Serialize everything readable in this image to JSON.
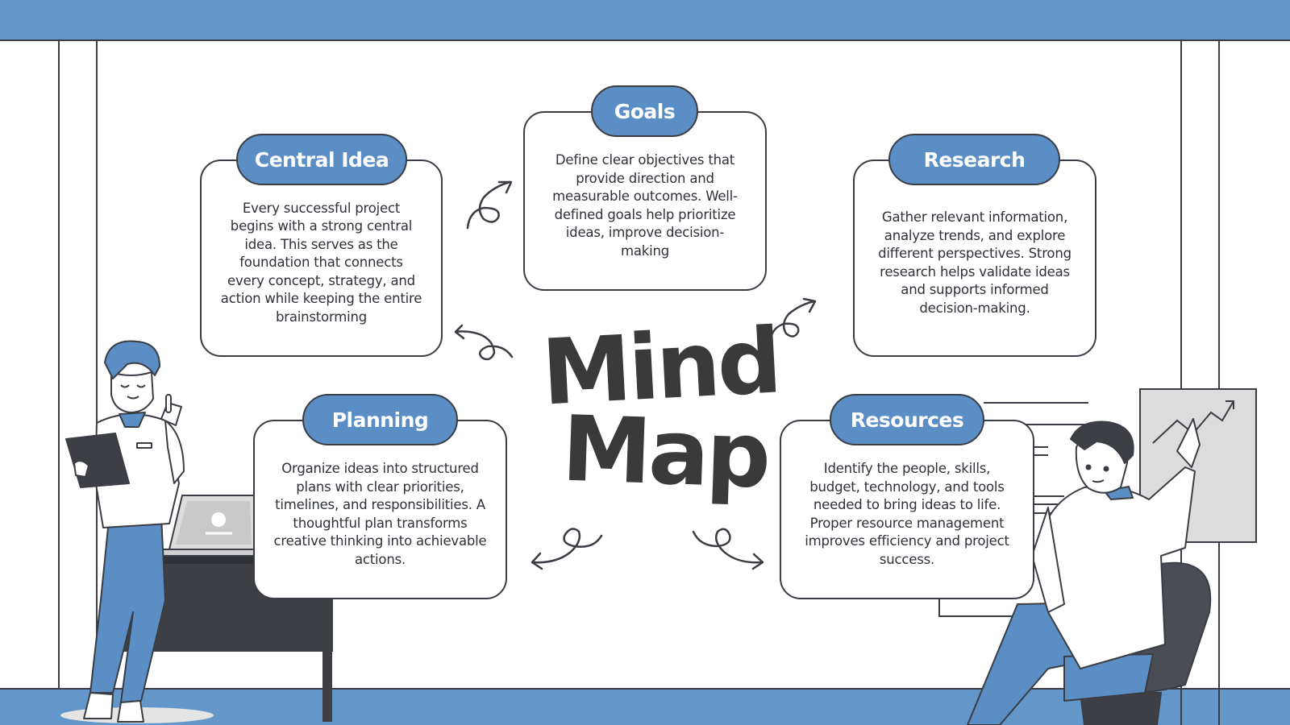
{
  "title": {
    "line1": "Mind",
    "line2": "Map"
  },
  "nodes": [
    {
      "id": "central-idea",
      "heading": "Central Idea",
      "body": "Every successful project begins with a strong central idea. This serves as the foundation that connects every concept, strategy, and action while keeping the entire brainstorming"
    },
    {
      "id": "goals",
      "heading": "Goals",
      "body": "Define clear objectives that provide direction and measurable outcomes. Well-defined goals help prioritize ideas, improve decision-making"
    },
    {
      "id": "research",
      "heading": "Research",
      "body": "Gather relevant information, analyze trends, and explore different perspectives. Strong research helps validate ideas and supports informed decision-making."
    },
    {
      "id": "planning",
      "heading": "Planning",
      "body": "Organize ideas into structured plans with clear priorities, timelines, and responsibilities. A thoughtful plan transforms creative thinking into achievable actions."
    },
    {
      "id": "resources",
      "heading": "Resources",
      "body": "Identify the people, skills, budget, technology, and tools needed to bring ideas to life. Proper resource management improves efficiency and project success."
    }
  ],
  "colors": {
    "accent": "#5b8ec4",
    "outline": "#3a3d44",
    "text": "#2e3138",
    "title": "#3a3a3a",
    "dark_fill": "#3d3f44",
    "light_gray": "#dcdcdc"
  },
  "icons": [
    "curly-arrow-icon",
    "person-with-tablet",
    "person-at-chart",
    "laptop",
    "desk",
    "chair",
    "line-chart-board"
  ]
}
